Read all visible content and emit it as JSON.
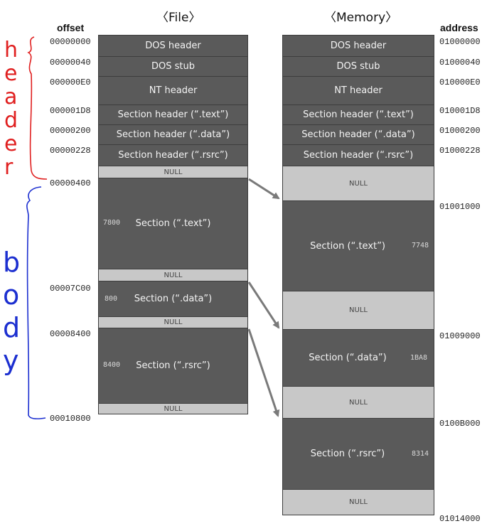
{
  "file": {
    "title": "〈File〉",
    "column_label": "offset",
    "offsets": [
      "00000000",
      "00000040",
      "000000E0",
      "000001D8",
      "00000200",
      "00000228",
      "00000400",
      "00007C00",
      "00008400",
      "00010800"
    ],
    "blocks": [
      {
        "label": "DOS header",
        "kind": "dark"
      },
      {
        "label": "DOS stub",
        "kind": "dark"
      },
      {
        "label": "NT header",
        "kind": "dark"
      },
      {
        "label": "Section header (“.text”)",
        "kind": "dark"
      },
      {
        "label": "Section header (“.data”)",
        "kind": "dark"
      },
      {
        "label": "Section header (“.rsrc”)",
        "kind": "dark"
      },
      {
        "label": "NULL",
        "kind": "null"
      },
      {
        "label": "Section (“.text”)",
        "kind": "dark",
        "size": "7800"
      },
      {
        "label": "NULL",
        "kind": "null"
      },
      {
        "label": "Section (“.data”)",
        "kind": "dark",
        "size": "800"
      },
      {
        "label": "NULL",
        "kind": "null"
      },
      {
        "label": "Section (“.rsrc”)",
        "kind": "dark",
        "size": "8400"
      },
      {
        "label": "NULL",
        "kind": "null"
      }
    ]
  },
  "memory": {
    "title": "〈Memory〉",
    "column_label": "address",
    "addresses": [
      "01000000",
      "01000040",
      "010000E0",
      "010001D8",
      "01000200",
      "01000228",
      "01001000",
      "01009000",
      "0100B000",
      "01014000"
    ],
    "blocks": [
      {
        "label": "DOS header",
        "kind": "dark"
      },
      {
        "label": "DOS stub",
        "kind": "dark"
      },
      {
        "label": "NT header",
        "kind": "dark"
      },
      {
        "label": "Section header (“.text”)",
        "kind": "dark"
      },
      {
        "label": "Section header (“.data”)",
        "kind": "dark"
      },
      {
        "label": "Section header (“.rsrc”)",
        "kind": "dark"
      },
      {
        "label": "NULL",
        "kind": "null"
      },
      {
        "label": "Section (“.text”)",
        "kind": "dark",
        "size": "7748"
      },
      {
        "label": "NULL",
        "kind": "null"
      },
      {
        "label": "Section (“.data”)",
        "kind": "dark",
        "size": "1BA8"
      },
      {
        "label": "NULL",
        "kind": "null"
      },
      {
        "label": "Section (“.rsrc”)",
        "kind": "dark",
        "size": "8314"
      },
      {
        "label": "NULL",
        "kind": "null"
      }
    ]
  },
  "annotations": {
    "header_word": "header",
    "header_color": "#e02020",
    "body_word": "body",
    "body_color": "#1c2fd0"
  },
  "colors": {
    "block_dark": "#5a5a5a",
    "block_null": "#c8c8c8",
    "arrow": "#7a7a7a"
  }
}
